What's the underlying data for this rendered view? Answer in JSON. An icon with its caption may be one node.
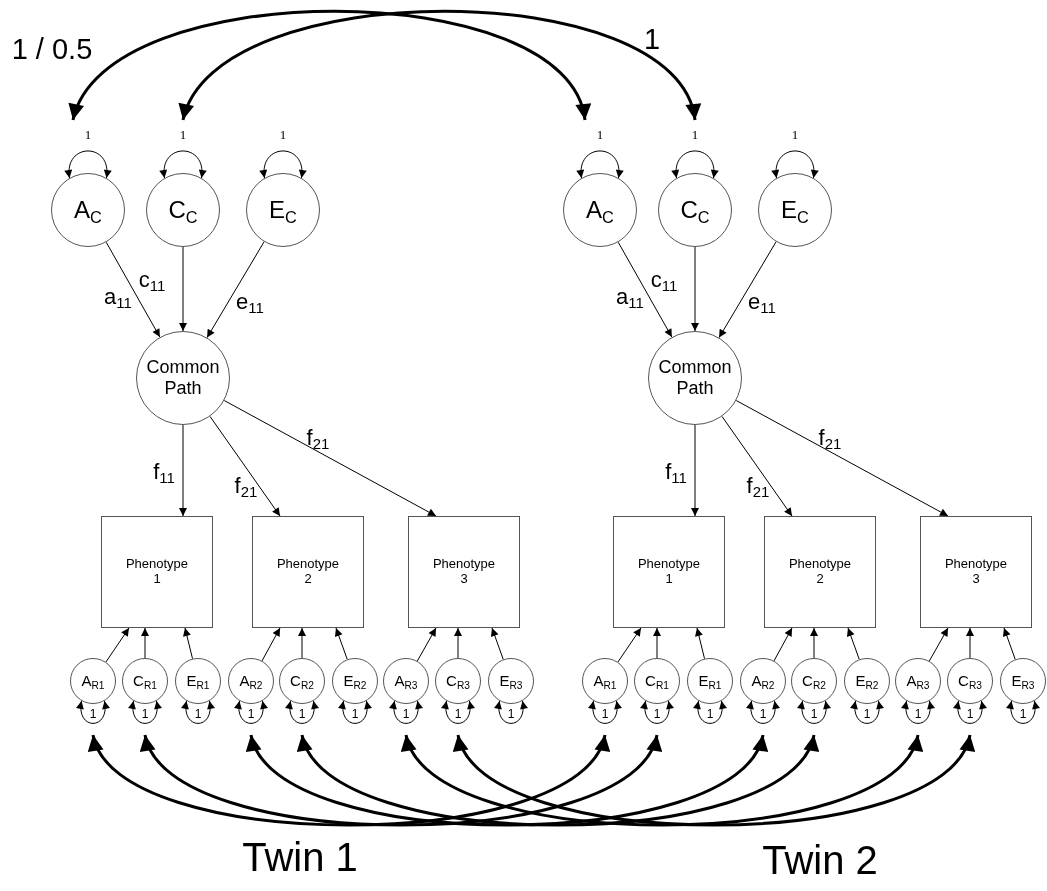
{
  "diagram": {
    "nodes": [
      {
        "text": [
          "A$_{C}$"
        ]
      },
      {
        "text": [
          "C$_{C}$"
        ]
      },
      {
        "text": [
          "E$_{C}$"
        ]
      },
      {
        "text": [
          "Common Path"
        ]
      },
      {
        "text": [
          "Phenotype 1"
        ]
      },
      {
        "text": [
          "Phenotype 2"
        ]
      },
      {
        "text": [
          "Phenotype 3"
        ]
      },
      {
        "text": [
          "A$_{R1}$"
        ]
      },
      {
        "text": [
          "C$_{R1}$"
        ]
      },
      {
        "text": [
          "E$_{R1}$"
        ]
      },
      {
        "text": [
          "A$_{R2}$"
        ]
      },
      {
        "text": [
          "C$_{R2}$"
        ]
      },
      {
        "text": [
          "E$_{R2}$"
        ]
      },
      {
        "text": [
          "A$_{R3}$"
        ]
      },
      {
        "text": [
          "C$_{R3}$"
        ]
      },
      {
        "text": [
          "E$_{R3}$"
        ]
      },
      {
        "text": [
          "A$_{C}$"
        ]
      },
      {
        "text": [
          "C$_{C}$"
        ]
      },
      {
        "text": [
          "E$_{C}$"
        ]
      },
      {
        "text": [
          "Common Path"
        ]
      },
      {
        "text": [
          "Phenotype 1"
        ]
      },
      {
        "text": [
          "Phenotype 2"
        ]
      },
      {
        "text": [
          "Phenotype 3"
        ]
      },
      {
        "text": [
          "A$_{R1}$"
        ]
      },
      {
        "text": [
          "C$_{R1}$"
        ]
      },
      {
        "text": [
          "E$_{R1}$"
        ]
      },
      {
        "text": [
          "A$_{R2}$"
        ]
      },
      {
        "text": [
          "C$_{R2}$"
        ]
      },
      {
        "text": [
          "E$_{R2}$"
        ]
      },
      {
        "text": [
          "A$_{R3}$"
        ]
      },
      {
        "text": [
          "C$_{R3}$"
        ]
      },
      {
        "text": [
          "E$_{R3}$"
        ]
      }
    ],
    "edges": [
      {
        "from": 0,
        "to": 3,
        "arrow": "to",
        "label": "a$_{11}$"
      },
      {
        "from": 1,
        "to": 3,
        "arrow": "to",
        "label": "c$_{11}$"
      },
      {
        "from": 2,
        "to": 3,
        "arrow": "to",
        "label": "e$_{11}$"
      },
      {
        "from": 3,
        "to": 4,
        "arrow": "to",
        "label": "f$_{11}$"
      },
      {
        "from": 3,
        "to": 5,
        "arrow": "to",
        "label": "f$_{21}$"
      },
      {
        "from": 3,
        "to": 6,
        "arrow": "to",
        "label": "f$_{21}$"
      },
      {
        "from": 7,
        "to": 4,
        "arrow": "to"
      },
      {
        "from": 8,
        "to": 4,
        "arrow": "to"
      },
      {
        "from": 9,
        "to": 4,
        "arrow": "to"
      },
      {
        "from": 10,
        "to": 5,
        "arrow": "to"
      },
      {
        "from": 11,
        "to": 5,
        "arrow": "to"
      },
      {
        "from": 12,
        "to": 5,
        "arrow": "to"
      },
      {
        "from": 13,
        "to": 6,
        "arrow": "to"
      },
      {
        "from": 14,
        "to": 6,
        "arrow": "to"
      },
      {
        "from": 15,
        "to": 6,
        "arrow": "to"
      },
      {
        "from": 0,
        "to": 0,
        "arrow": "both",
        "label": "1"
      },
      {
        "from": 1,
        "to": 1,
        "arrow": "both",
        "label": "1"
      },
      {
        "from": 2,
        "to": 2,
        "arrow": "both",
        "label": "1"
      },
      {
        "from": 7,
        "to": 7,
        "arrow": "both",
        "label": "1"
      },
      {
        "from": 8,
        "to": 8,
        "arrow": "both",
        "label": "1"
      },
      {
        "from": 9,
        "to": 9,
        "arrow": "both",
        "label": "1"
      },
      {
        "from": 10,
        "to": 10,
        "arrow": "both",
        "label": "1"
      },
      {
        "from": 11,
        "to": 11,
        "arrow": "both",
        "label": "1"
      },
      {
        "from": 12,
        "to": 12,
        "arrow": "both",
        "label": "1"
      },
      {
        "from": 13,
        "to": 13,
        "arrow": "both",
        "label": "1"
      },
      {
        "from": 14,
        "to": 14,
        "arrow": "both",
        "label": "1"
      },
      {
        "from": 15,
        "to": 15,
        "arrow": "both",
        "label": "1"
      },
      {
        "from": 16,
        "to": 19,
        "arrow": "to",
        "label": "a$_{11}$"
      },
      {
        "from": 17,
        "to": 19,
        "arrow": "to",
        "label": "c$_{11}$"
      },
      {
        "from": 18,
        "to": 19,
        "arrow": "to",
        "label": "e$_{11}$"
      },
      {
        "from": 19,
        "to": 20,
        "arrow": "to",
        "label": "f$_{11}$"
      },
      {
        "from": 19,
        "to": 21,
        "arrow": "to",
        "label": "f$_{21}$"
      },
      {
        "from": 19,
        "to": 22,
        "arrow": "to",
        "label": "f$_{21}$"
      },
      {
        "from": 23,
        "to": 20,
        "arrow": "to"
      },
      {
        "from": 24,
        "to": 20,
        "arrow": "to"
      },
      {
        "from": 25,
        "to": 20,
        "arrow": "to"
      },
      {
        "from": 26,
        "to": 21,
        "arrow": "to"
      },
      {
        "from": 27,
        "to": 21,
        "arrow": "to"
      },
      {
        "from": 28,
        "to": 21,
        "arrow": "to"
      },
      {
        "from": 29,
        "to": 22,
        "arrow": "to"
      },
      {
        "from": 30,
        "to": 22,
        "arrow": "to"
      },
      {
        "from": 31,
        "to": 22,
        "arrow": "to"
      },
      {
        "from": 16,
        "to": 16,
        "arrow": "both",
        "label": "1"
      },
      {
        "from": 17,
        "to": 17,
        "arrow": "both",
        "label": "1"
      },
      {
        "from": 18,
        "to": 18,
        "arrow": "both",
        "label": "1"
      },
      {
        "from": 23,
        "to": 23,
        "arrow": "both",
        "label": "1"
      },
      {
        "from": 24,
        "to": 24,
        "arrow": "both",
        "label": "1"
      },
      {
        "from": 25,
        "to": 25,
        "arrow": "both",
        "label": "1"
      },
      {
        "from": 26,
        "to": 26,
        "arrow": "both",
        "label": "1"
      },
      {
        "from": 27,
        "to": 27,
        "arrow": "both",
        "label": "1"
      },
      {
        "from": 28,
        "to": 28,
        "arrow": "both",
        "label": "1"
      },
      {
        "from": 29,
        "to": 29,
        "arrow": "both",
        "label": "1"
      },
      {
        "from": 30,
        "to": 30,
        "arrow": "both",
        "label": "1"
      },
      {
        "from": 31,
        "to": 31,
        "arrow": "both",
        "label": "1"
      },
      {
        "from": 0,
        "to": 16,
        "arrow": "both",
        "label": "1 / 0.5",
        "style": "thick"
      },
      {
        "from": 1,
        "to": 17,
        "arrow": "both",
        "label": "1",
        "style": "thick"
      },
      {
        "from": 7,
        "to": 23,
        "arrow": "both",
        "style": "thick"
      },
      {
        "from": 8,
        "to": 24,
        "arrow": "both",
        "style": "thick"
      },
      {
        "from": 10,
        "to": 26,
        "arrow": "both",
        "style": "thick"
      },
      {
        "from": 11,
        "to": 27,
        "arrow": "both",
        "style": "thick"
      },
      {
        "from": 13,
        "to": 29,
        "arrow": "both",
        "style": "thick"
      },
      {
        "from": 14,
        "to": 30,
        "arrow": "both",
        "style": "thick"
      }
    ],
    "labels": [
      "Twin 1",
      "Twin 2"
    ]
  }
}
